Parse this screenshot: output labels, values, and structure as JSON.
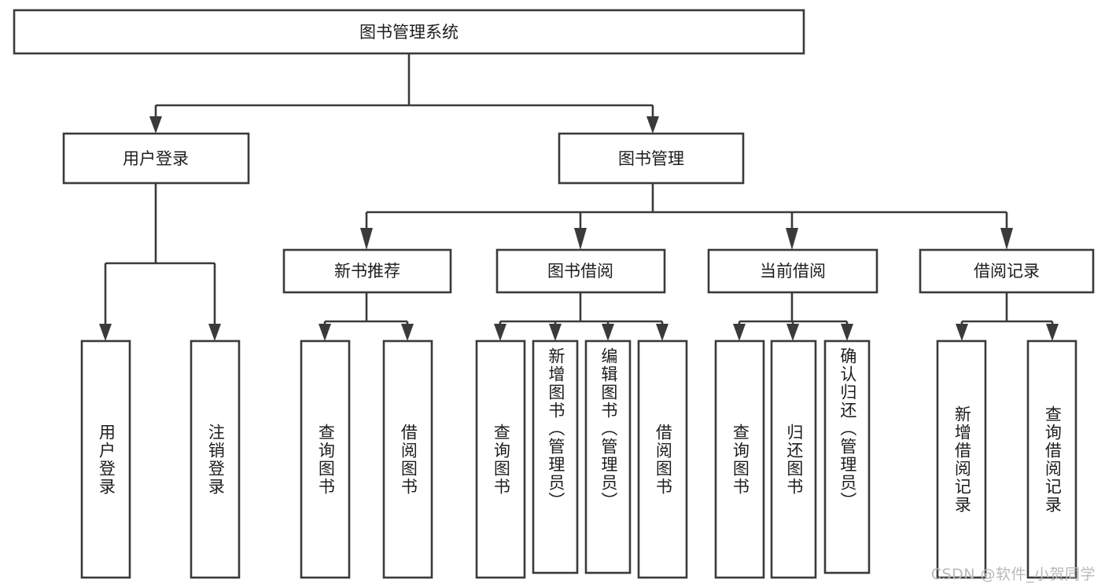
{
  "diagram": {
    "title": "图书管理系统",
    "type": "tree-hierarchy-diagram",
    "colors": {
      "box_stroke": "#3a3a3a",
      "box_fill": "#ffffff",
      "text": "#1d1d1d",
      "background": "#ffffff",
      "watermark": "#b9b9b9"
    },
    "root": {
      "label": "图书管理系统"
    },
    "level2": [
      {
        "label": "用户登录"
      },
      {
        "label": "图书管理"
      }
    ],
    "level3": [
      {
        "label": "新书推荐"
      },
      {
        "label": "图书借阅"
      },
      {
        "label": "当前借阅"
      },
      {
        "label": "借阅记录"
      }
    ],
    "leaves": {
      "user_login": [
        {
          "label": "用户登录"
        },
        {
          "label": "注销登录"
        }
      ],
      "new_book_recommend": [
        {
          "label": "查询图书"
        },
        {
          "label": "借阅图书"
        }
      ],
      "book_borrow": [
        {
          "label": "查询图书"
        },
        {
          "label": "新增图书（管理员）"
        },
        {
          "label": "编辑图书（管理员）"
        },
        {
          "label": "借阅图书"
        }
      ],
      "current_borrow": [
        {
          "label": "查询图书"
        },
        {
          "label": "归还图书"
        },
        {
          "label": "确认归还（管理员）"
        }
      ],
      "borrow_record": [
        {
          "label": "新增借阅记录"
        },
        {
          "label": "查询借阅记录"
        }
      ]
    },
    "watermark": "CSDN @软件_小贺同学"
  }
}
